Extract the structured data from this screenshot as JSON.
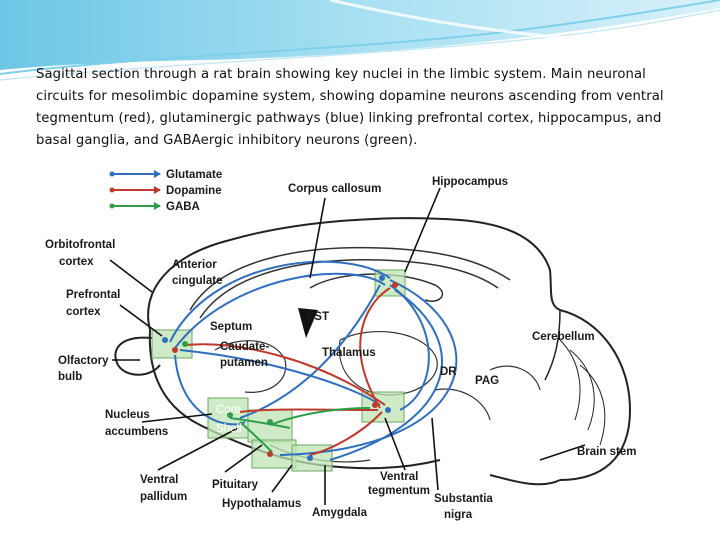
{
  "caption": "Sagittal section through a rat brain showing key nuclei in the limbic system. Main neuronal circuits for mesolimbic dopamine system, showing dopamine neurons ascending from ventral tegmentum (red), glutaminergic pathways (blue) linking prefrontal cortex, hippocampus, and basal ganglia, and GABAergic inhibitory neurons (green).",
  "legend": [
    {
      "label": "Glutamate",
      "color": "#2f6fc0"
    },
    {
      "label": "Dopamine",
      "color": "#c0392b"
    },
    {
      "label": "GABA",
      "color": "#2e9e4a"
    }
  ],
  "labels": {
    "corpus_callosum": "Corpus callosum",
    "hippocampus": "Hippocampus",
    "orbitofrontal_1": "Orbitofrontal",
    "orbitofrontal_2": "cortex",
    "anterior_1": "Anterior",
    "anterior_2": "cingulate",
    "prefrontal_1": "Prefrontal",
    "prefrontal_2": "cortex",
    "septum": "Septum",
    "bst": "BST",
    "caudate_1": "Caudate-",
    "caudate_2": "putamen",
    "thalamus": "Thalamus",
    "cerebellum": "Cerebellum",
    "olfactory_1": "Olfactory",
    "olfactory_2": "bulb",
    "dr": "DR",
    "pag": "PAG",
    "nucleus_1": "Nucleus",
    "nucleus_2": "accumbens",
    "core": "Core",
    "shell": "Shell",
    "brain_stem": "Brain stem",
    "ventral_pallidum_1": "Ventral",
    "ventral_pallidum_2": "pallidum",
    "pituitary": "Pituitary",
    "hypothalamus": "Hypothalamus",
    "ventral_tegmentum_1": "Ventral",
    "ventral_tegmentum_2": "tegmentum",
    "substantia_1": "Substantia",
    "substantia_2": "nigra",
    "amygdala": "Amygdala"
  }
}
